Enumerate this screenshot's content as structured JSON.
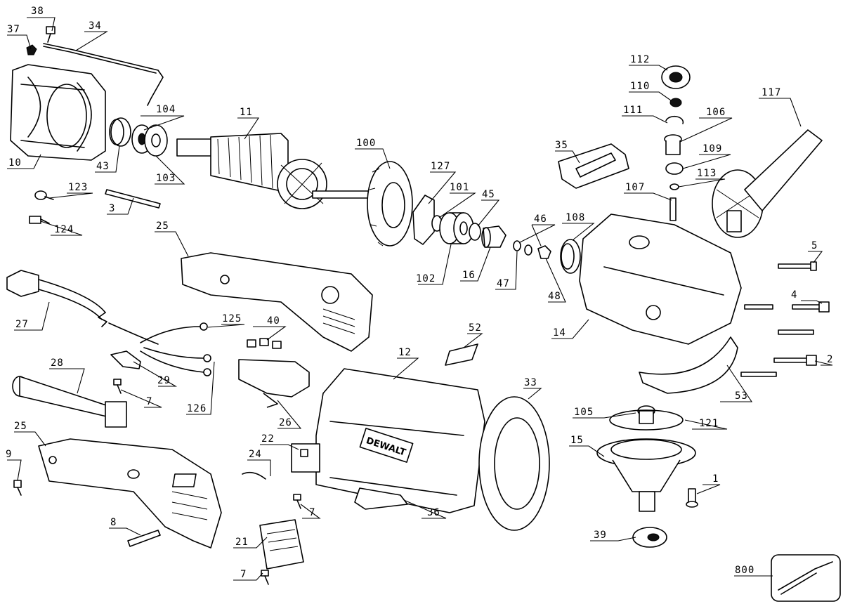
{
  "brand_label": "DEWALT",
  "callouts": {
    "c38": "38",
    "c37": "37",
    "c34": "34",
    "c10": "10",
    "c104": "104",
    "c43": "43",
    "c103": "103",
    "c11": "11",
    "c100": "100",
    "c123": "123",
    "c3": "3",
    "c124": "124",
    "c127": "127",
    "c101": "101",
    "c45": "45",
    "c35": "35",
    "c112": "112",
    "c110": "110",
    "c111": "111",
    "c106": "106",
    "c109": "109",
    "c113": "113",
    "c117": "117",
    "c107": "107",
    "c46": "46",
    "c108": "108",
    "c5": "5",
    "c25a": "25",
    "c27": "27",
    "c102": "102",
    "c16": "16",
    "c47": "47",
    "c48": "48",
    "c4": "4",
    "c14": "14",
    "c125": "125",
    "c40": "40",
    "c52": "52",
    "c2": "2",
    "c28": "28",
    "c29": "29",
    "c7a": "7",
    "c126": "126",
    "c12": "12",
    "c26": "26",
    "c53": "53",
    "c33": "33",
    "c25b": "25",
    "c9": "9",
    "c22": "22",
    "c105": "105",
    "c121": "121",
    "c15": "15",
    "c24": "24",
    "c1": "1",
    "c7b": "7",
    "c36": "36",
    "c8": "8",
    "c39": "39",
    "c21": "21",
    "c7c": "7",
    "c800": "800"
  }
}
